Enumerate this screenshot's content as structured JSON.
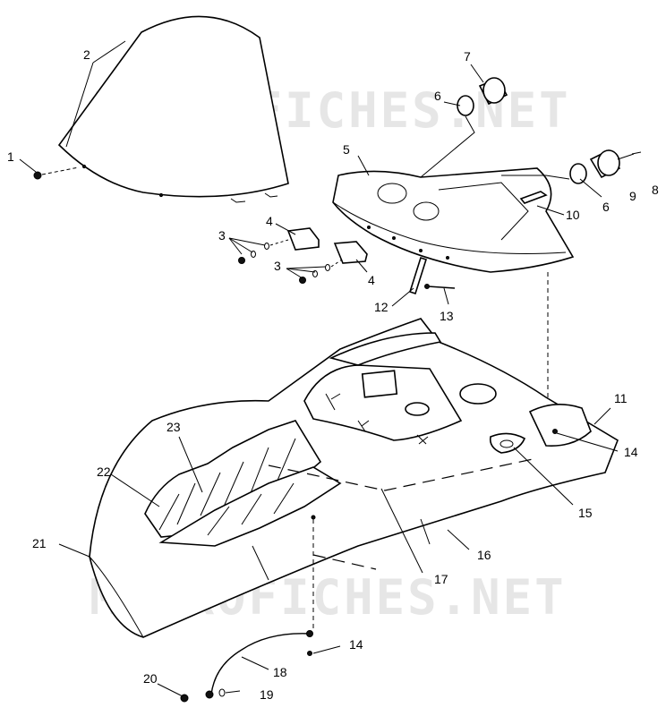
{
  "watermark": "MICROFICHES.NET",
  "callouts": [
    "1",
    "2",
    "3",
    "3",
    "4",
    "4",
    "5",
    "6",
    "6",
    "7",
    "8",
    "9",
    "10",
    "11",
    "12",
    "13",
    "14",
    "14",
    "15",
    "16",
    "17",
    "18",
    "19",
    "20",
    "21",
    "22",
    "23"
  ]
}
